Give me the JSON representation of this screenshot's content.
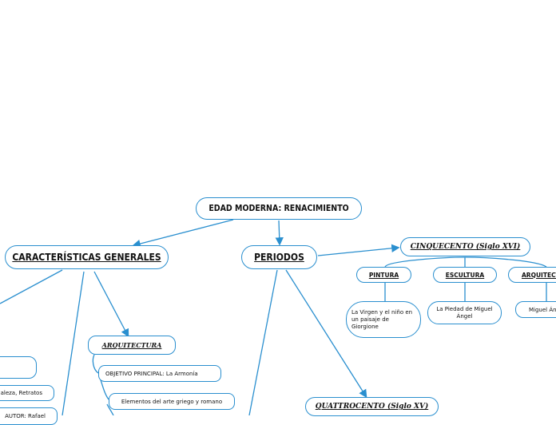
{
  "root": {
    "label": "EDAD MODERNA: RENACIMIENTO"
  },
  "caracteristicas": {
    "label": "CARACTERÍSTICAS GENERALES",
    "children": [
      "",
      "aleza, Retratos",
      "AUTOR: Rafael"
    ]
  },
  "arquitectura": {
    "label": "ARQUITECTURA",
    "children": [
      "OBJETIVO PRINCIPAL: La Armonía",
      "Elementos del arte griego y romano"
    ]
  },
  "periodos": {
    "label": "PERIODOS"
  },
  "cinquecento": {
    "label": "CINQUECENTO (Siglo XVI)",
    "branches": [
      {
        "label": "PINTURA",
        "detail": "La Virgen y el niño en un paisaje de Giorgione"
      },
      {
        "label": "ESCULTURA",
        "detail": "La Piedad de Miguel Ángel"
      },
      {
        "label": "ARQUITECTURA",
        "detail": "Miguel Án"
      }
    ]
  },
  "quattrocento": {
    "label": "QUATTROCENTO (Siglo XV)"
  },
  "colors": {
    "line": "#2a8fcf",
    "border": "#2a8fcf",
    "text": "#111111"
  }
}
